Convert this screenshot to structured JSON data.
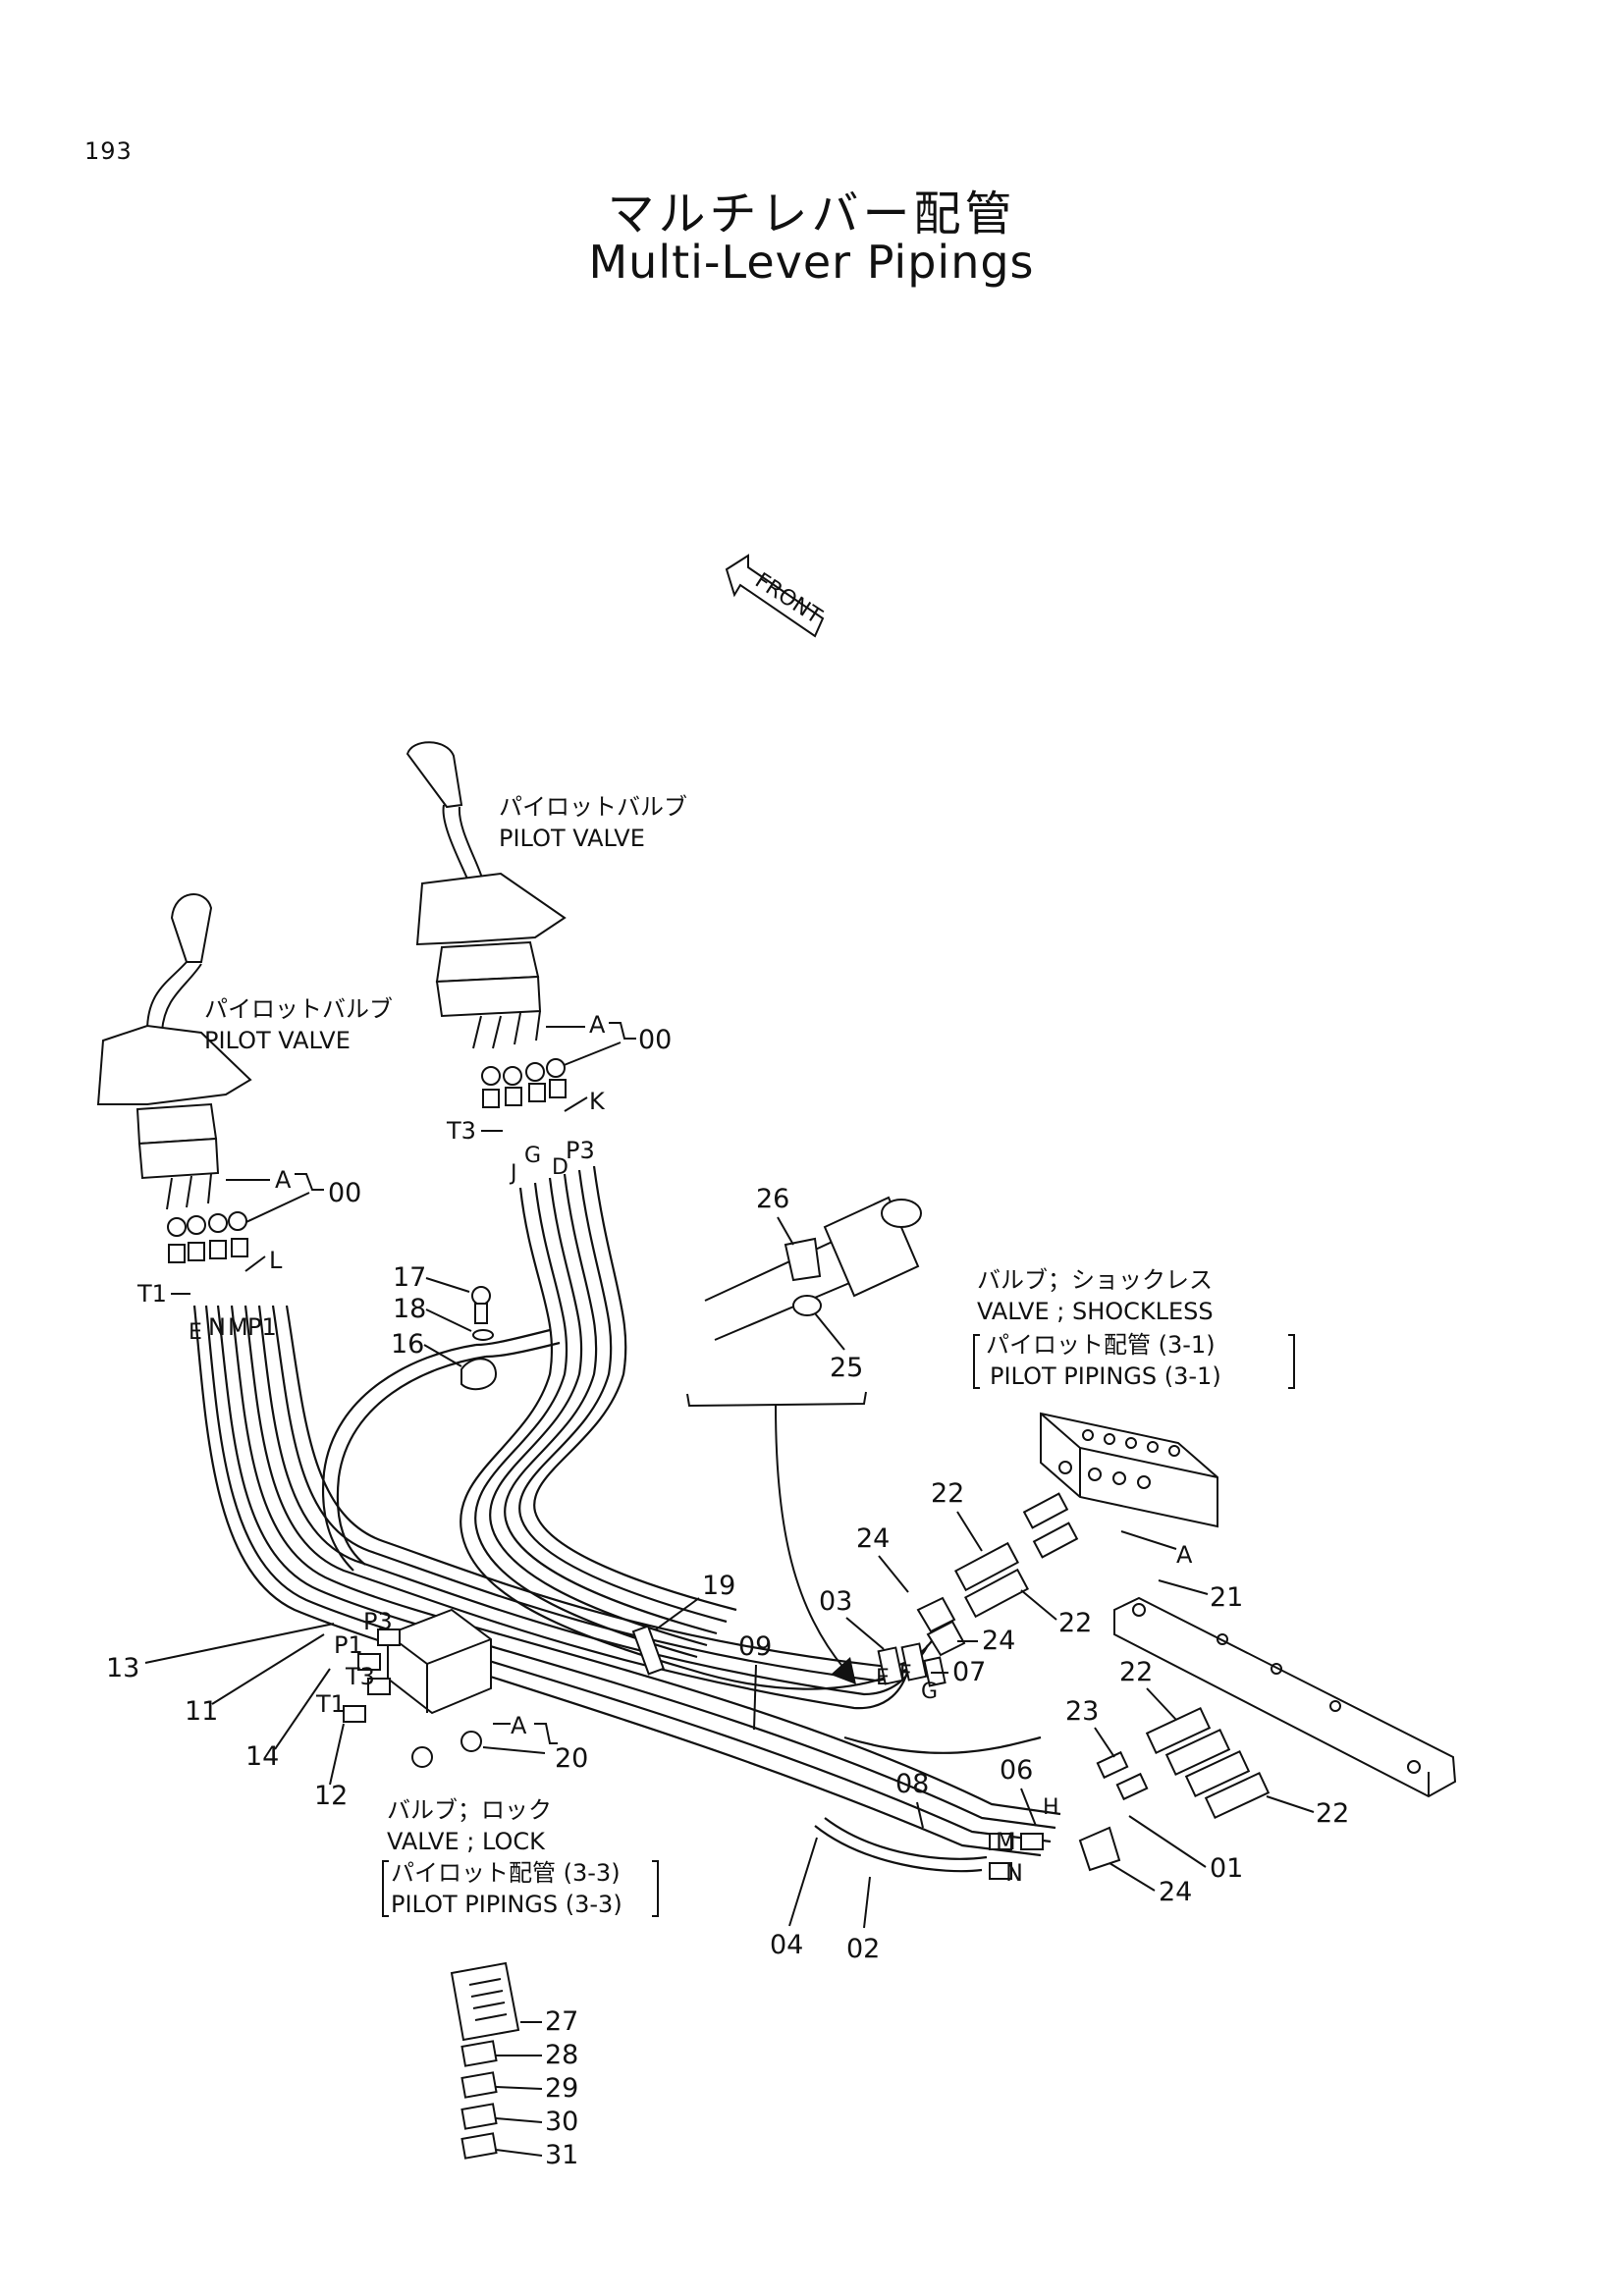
{
  "page_number": "193",
  "title_jp": "マルチレバー配管",
  "title_en": "Multi-Lever Pipings",
  "front_label": "FRONT",
  "pilot_valve_left": {
    "jp": "パイロットバルブ",
    "en": "PILOT VALVE"
  },
  "pilot_valve_right": {
    "jp": "パイロットバルブ",
    "en": "PILOT VALVE"
  },
  "shockless_valve": {
    "jp": "バルブ；ショックレス",
    "en": "VALVE ; SHOCKLESS",
    "ref_jp": "パイロット配管 (3-1)",
    "ref_en": "PILOT PIPINGS (3-1)"
  },
  "lock_valve": {
    "jp": "バルブ；ロック",
    "en": "VALVE ; LOCK",
    "ref_jp": "パイロット配管 (3-3)",
    "ref_en": "PILOT PIPINGS (3-3)"
  },
  "port_letters": {
    "a": "A",
    "k": "K",
    "l": "L",
    "t3": "T3",
    "j": "J",
    "g": "G",
    "d": "D",
    "p3": "P3",
    "t1": "T1",
    "e": "E",
    "n": "N",
    "m": "M",
    "p1": "P1",
    "f": "F",
    "h": "H"
  },
  "part_numbers": {
    "p00": "00",
    "p01": "01",
    "p02": "02",
    "p03": "03",
    "p04": "04",
    "p06": "06",
    "p07": "07",
    "p08": "08",
    "p09": "09",
    "p11": "11",
    "p12": "12",
    "p13": "13",
    "p14": "14",
    "p16": "16",
    "p17": "17",
    "p18": "18",
    "p19": "19",
    "p20": "20",
    "p21": "21",
    "p22": "22",
    "p23": "23",
    "p24": "24",
    "p25": "25",
    "p26": "26",
    "p27": "27",
    "p28": "28",
    "p29": "29",
    "p30": "30",
    "p31": "31"
  }
}
